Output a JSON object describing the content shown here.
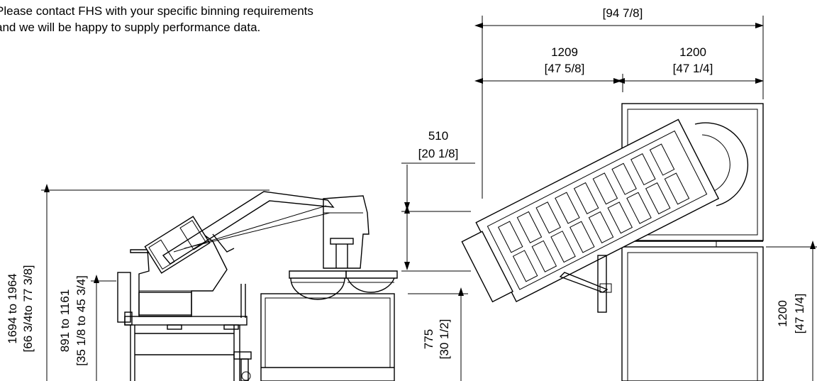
{
  "note": "Please contact FHS with your specific binning requirements and we will be happy to supply performance data.",
  "dims": {
    "overall_width_in": "[94 7/8]",
    "width_a_mm": "1209",
    "width_a_in": "[47 5/8]",
    "width_b_mm": "1200",
    "width_b_in": "[47 1/4]",
    "offset_mm": "510",
    "offset_in": "[20 1/8]",
    "height_total_mm": "1694 to 1964",
    "height_total_in": "[66 3/4to 77 3/8]",
    "height_mid_mm": "891 to 1161",
    "height_mid_in": "[35 1/8 to 45 3/4]",
    "height_bin_mm": "775",
    "height_bin_in": "[30 1/2]",
    "side_mm": "1200",
    "side_in": "[47 1/4]"
  }
}
